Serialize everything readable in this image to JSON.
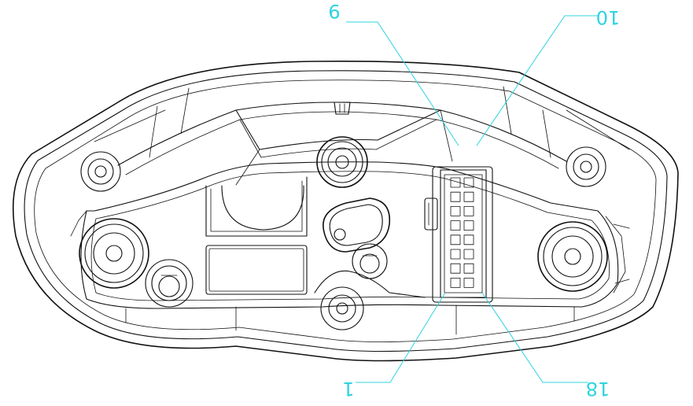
{
  "colors": {
    "linework": "#111111",
    "callout": "#2fd3e0",
    "background": "#ffffff"
  },
  "callouts": [
    {
      "id": "callout-9",
      "label": "9"
    },
    {
      "id": "callout-10",
      "label": "10"
    },
    {
      "id": "callout-1",
      "label": "1"
    },
    {
      "id": "callout-18",
      "label": "18"
    }
  ]
}
